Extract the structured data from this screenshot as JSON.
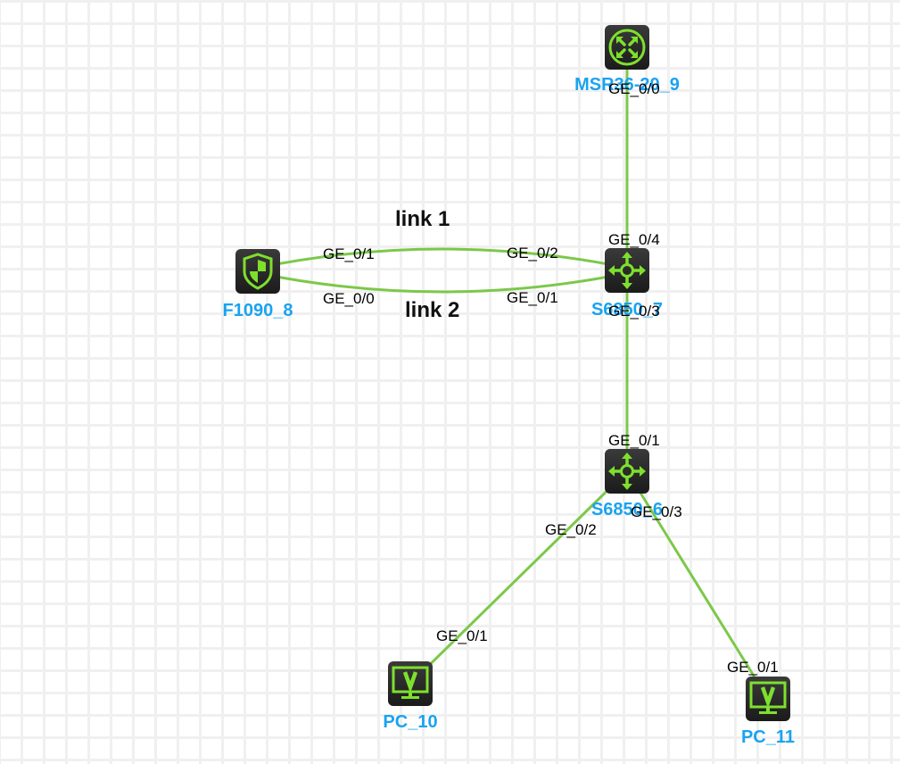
{
  "colors": {
    "link": "#7cc84a",
    "icon": "#7ee02d",
    "device_label": "#1aa3f0",
    "grid": "#f0f0f0"
  },
  "devices": [
    {
      "id": "router",
      "name": "MSR36-20_9",
      "icon": "router-icon"
    },
    {
      "id": "firewall",
      "name": "F1090_8",
      "icon": "firewall-shield-icon"
    },
    {
      "id": "switch7",
      "name": "S6850_7",
      "icon": "switch-icon"
    },
    {
      "id": "switch6",
      "name": "S6850_6",
      "icon": "switch-icon"
    },
    {
      "id": "pc10",
      "name": "PC_10",
      "icon": "pc-monitor-icon"
    },
    {
      "id": "pc11",
      "name": "PC_11",
      "icon": "pc-monitor-icon"
    }
  ],
  "link_labels": {
    "link1": "link 1",
    "link2": "link 2"
  },
  "links": [
    {
      "from": "MSR36-20_9",
      "from_port": "GE_0/0",
      "to": "S6850_7",
      "to_port": "GE_0/4"
    },
    {
      "from": "F1090_8",
      "from_port": "GE_0/1",
      "to": "S6850_7",
      "to_port": "GE_0/2",
      "label": "link 1"
    },
    {
      "from": "F1090_8",
      "from_port": "GE_0/0",
      "to": "S6850_7",
      "to_port": "GE_0/1",
      "label": "link 2"
    },
    {
      "from": "S6850_7",
      "from_port": "GE_0/3",
      "to": "S6850_6",
      "to_port": "GE_0/1"
    },
    {
      "from": "S6850_6",
      "from_port": "GE_0/2",
      "to": "PC_10",
      "to_port": "GE_0/1"
    },
    {
      "from": "S6850_6",
      "from_port": "GE_0/3",
      "to": "PC_11",
      "to_port": "GE_0/1"
    }
  ]
}
